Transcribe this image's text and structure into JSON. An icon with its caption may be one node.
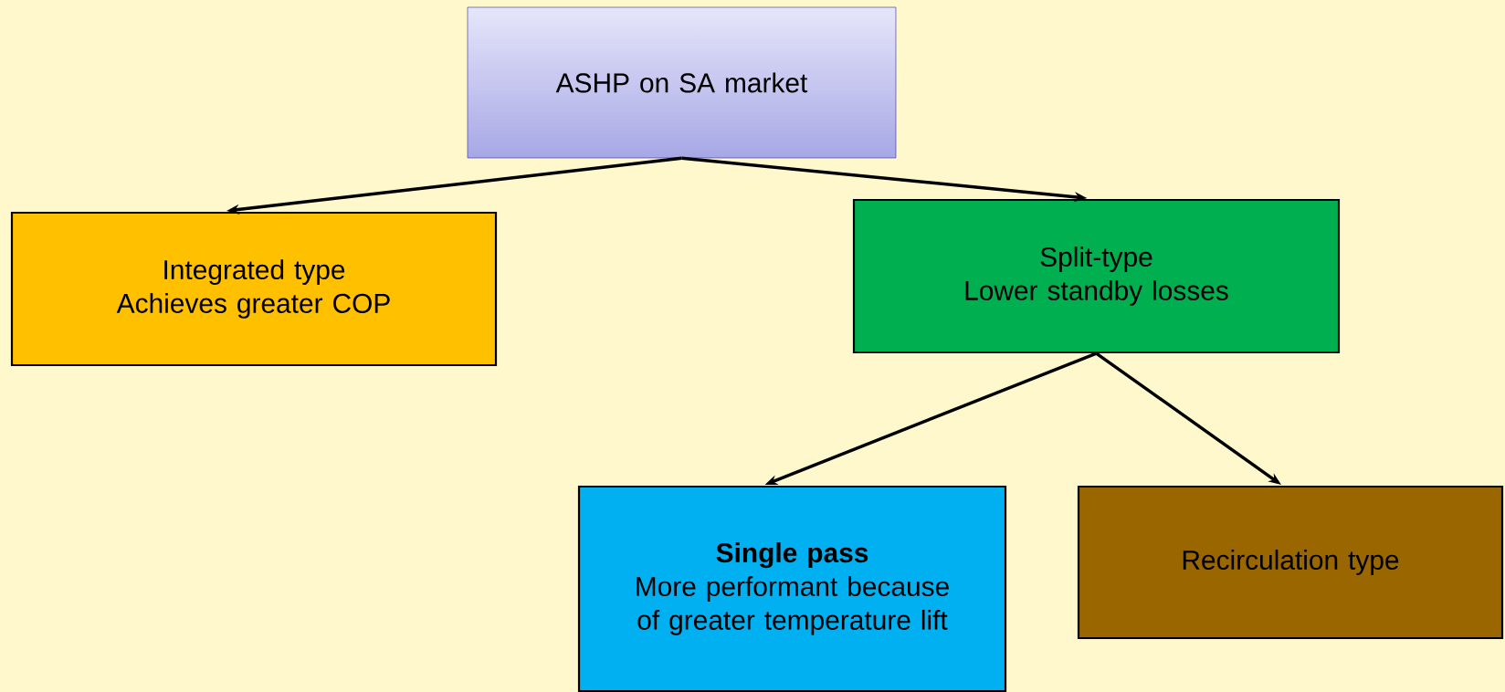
{
  "diagram": {
    "nodes": [
      {
        "text": [
          "ASHP on SA market"
        ]
      },
      {
        "text": [
          "Integrated type",
          "Achieves greater COP"
        ]
      },
      {
        "text": [
          "Split-type",
          "Lower standby losses"
        ]
      },
      {
        "text": [
          "Single pass",
          "More performant because of greater temperature lift"
        ]
      },
      {
        "text": [
          "Recirculation type"
        ]
      }
    ],
    "edges": [
      {
        "from": 0,
        "to": 1,
        "arrow": "to"
      },
      {
        "from": 0,
        "to": 2,
        "arrow": "to"
      },
      {
        "from": 2,
        "to": 3,
        "arrow": "to"
      },
      {
        "from": 2,
        "to": 4,
        "arrow": "to"
      }
    ]
  }
}
